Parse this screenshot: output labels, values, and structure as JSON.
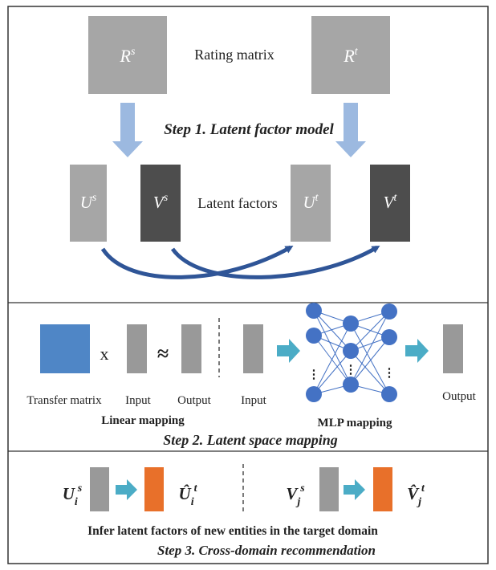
{
  "panel1": {
    "rating_matrix_label": "Rating matrix",
    "source_matrix": {
      "base": "R",
      "sup": "s"
    },
    "target_matrix": {
      "base": "R",
      "sup": "t"
    },
    "step_label": "Step 1. Latent factor model",
    "latent_factors_label": "Latent factors",
    "us": {
      "base": "U",
      "sup": "s"
    },
    "vs": {
      "base": "V",
      "sup": "s"
    },
    "ut": {
      "base": "U",
      "sup": "t"
    },
    "vt": {
      "base": "V",
      "sup": "t"
    }
  },
  "panel2": {
    "times_symbol": "x",
    "approx_symbol": "≈",
    "transfer_matrix_label": "Transfer matrix",
    "input_label_linear": "Input",
    "output_label_linear": "Output",
    "input_label_mlp": "Input",
    "output_label_mlp": "Output",
    "linear_mapping_label": "Linear mapping",
    "mlp_mapping_label": "MLP mapping",
    "step_label": "Step 2. Latent space mapping",
    "ellipsis": "⋮"
  },
  "panel3": {
    "ui_s": {
      "base": "U",
      "sub": "i",
      "sup": "s"
    },
    "ui_t_hat": {
      "base": "Û",
      "sub": "i",
      "sup": "t"
    },
    "vj_s": {
      "base": "V",
      "sub": "j",
      "sup": "s"
    },
    "vj_t_hat": {
      "base": "V̂",
      "sub": "j",
      "sup": "t"
    },
    "infer_label": "Infer latent factors of new entities in the target domain",
    "step_label": "Step 3.  Cross-domain recommendation"
  },
  "colors": {
    "light_gray": "#a6a6a6",
    "mid_gray": "#999999",
    "dark_gray": "#4d4d4d",
    "light_blue_arrow": "#9cb9e0",
    "dark_blue_arrow": "#2f5597",
    "transfer_blue": "#4f86c6",
    "node_blue": "#4472c4",
    "teal": "#4bacc6",
    "orange": "#e8702a"
  }
}
